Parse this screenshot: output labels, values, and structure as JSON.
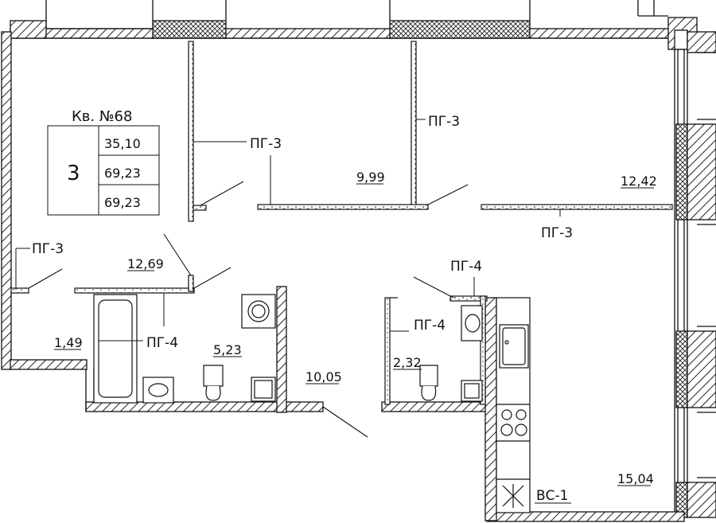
{
  "apartment": {
    "title": "Кв. №68",
    "rooms": "3",
    "area_living": "35,10",
    "area_total": "69,23",
    "area_total_2": "69,23"
  },
  "room_areas": {
    "bedroom_center": "9,99",
    "bedroom_right": "12,42",
    "living": "12,69",
    "closet": "1,49",
    "bathroom": "5,23",
    "hall": "10,05",
    "wc": "2,32",
    "kitchen": "15,04"
  },
  "partition_tags": {
    "pg3_bedroom_left": "ПГ-3",
    "pg3_bedroom_mid": "ПГ-3",
    "pg3_bedroom_right": "ПГ-3",
    "pg3_closet": "ПГ-3",
    "pg4_bath_tub": "ПГ-4",
    "pg4_wc_top": "ПГ-4",
    "pg4_wc_side": "ПГ-4",
    "vent_riser": "ВС-1"
  },
  "colors": {
    "line": "#111111",
    "hatch": "#222222",
    "background": "#ffffff"
  }
}
